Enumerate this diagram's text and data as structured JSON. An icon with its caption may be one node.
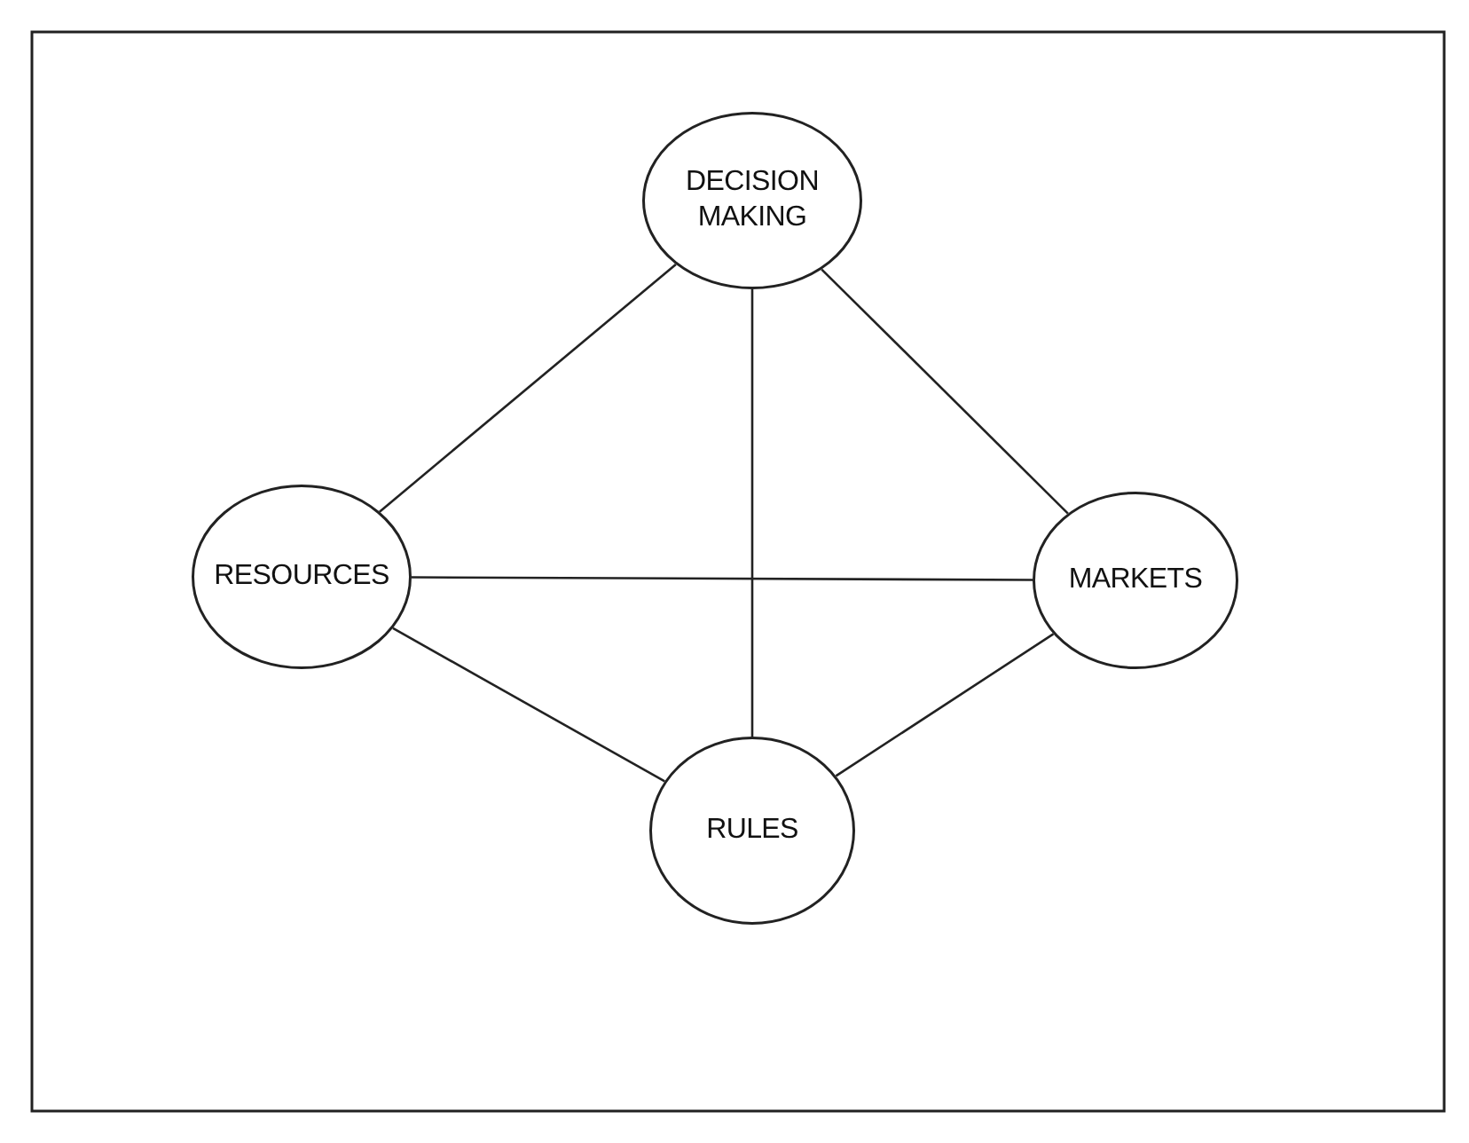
{
  "diagram": {
    "nodes": [
      {
        "text": [
          "DECISION MAKING"
        ]
      },
      {
        "text": [
          "RESOURCES"
        ]
      },
      {
        "text": [
          "MARKETS"
        ]
      },
      {
        "text": [
          "RULES"
        ]
      }
    ],
    "edges": [
      {
        "from": 0,
        "to": 1,
        "arrow": "none"
      },
      {
        "from": 0,
        "to": 2,
        "arrow": "none"
      },
      {
        "from": 0,
        "to": 3,
        "arrow": "none"
      },
      {
        "from": 1,
        "to": 2,
        "arrow": "none"
      },
      {
        "from": 1,
        "to": 3,
        "arrow": "none"
      },
      {
        "from": 2,
        "to": 3,
        "arrow": "none"
      }
    ]
  }
}
